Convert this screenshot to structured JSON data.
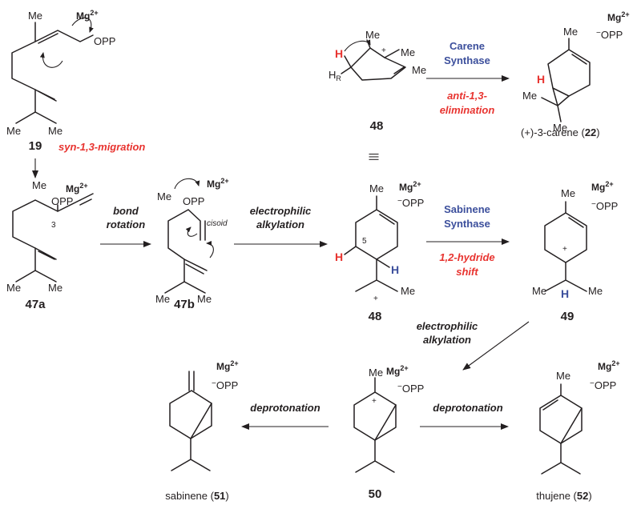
{
  "compounds": {
    "c19": "19",
    "c47a": "47a",
    "c47b": "47b",
    "c48_top": "48",
    "c48_mid": "48",
    "c49": "49",
    "c50": "50",
    "carene_name": "(+)-3-carene (",
    "carene_num": "22",
    "carene_close": ")",
    "sabinene_name": "sabinene (",
    "sabinene_num": "51",
    "sabinene_close": ")",
    "thujene_name": "thujene (",
    "thujene_num": "52",
    "thujene_close": ")"
  },
  "ions": {
    "mg": "Mg",
    "mg_charge": "2+",
    "opp": "OPP",
    "minus": "−"
  },
  "atoms": {
    "me": "Me",
    "h": "H",
    "hr": "H",
    "hr_sub": "R",
    "plus": "+",
    "locant3": "3",
    "locant5": "5",
    "cisoid": "cisoid"
  },
  "steps": {
    "syn_migration": "syn-1,3-migration",
    "bond_rotation_1": "bond",
    "bond_rotation_2": "rotation",
    "electrophilic_1": "electrophilic",
    "electrophilic_2": "alkylation",
    "carene_synthase_1": "Carene",
    "carene_synthase_2": "Synthase",
    "anti_elim_1": "anti-1,3-",
    "anti_elim_2": "elimination",
    "sabinene_synthase_1": "Sabinene",
    "sabinene_synthase_2": "Synthase",
    "hydride_1": "1,2-hydride",
    "hydride_2": "shift",
    "electrophilic_b_1": "electrophilic",
    "electrophilic_b_2": "alkylation",
    "deprotonation_left": "deprotonation",
    "deprotonation_right": "deprotonation",
    "equiv": "|||"
  },
  "colors": {
    "text": "#231f20",
    "red": "#e8332f",
    "blue": "#3c4f9c"
  }
}
